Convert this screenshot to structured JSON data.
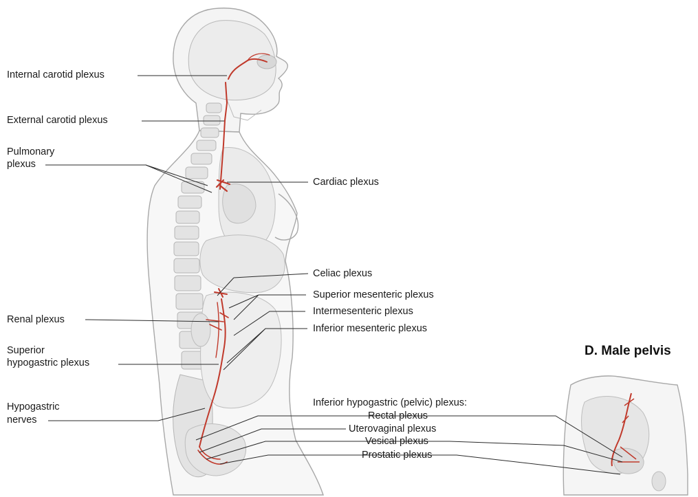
{
  "labels": {
    "internal_carotid": "Internal carotid plexus",
    "external_carotid": "External carotid plexus",
    "pulmonary_1": "Pulmonary",
    "pulmonary_2": "plexus",
    "cardiac": "Cardiac plexus",
    "celiac": "Celiac plexus",
    "superior_mesenteric": "Superior mesenteric plexus",
    "intermesenteric": "Intermesenteric plexus",
    "inferior_mesenteric": "Inferior mesenteric plexus",
    "renal": "Renal plexus",
    "superior_hypogastric_1": "Superior",
    "superior_hypogastric_2": "hypogastric plexus",
    "hypogastric_nerves_1": "Hypogastric",
    "hypogastric_nerves_2": "nerves",
    "inferior_hypogastric": "Inferior hypogastric (pelvic) plexus:",
    "rectal": "Rectal plexus",
    "uterovaginal": "Uterovaginal plexus",
    "vesical": "Vesical plexus",
    "prostatic": "Prostatic plexus"
  },
  "panel_title": "D. Male pelvis",
  "colors": {
    "nerve": "#c0392b",
    "body_outline": "#9a9a9a",
    "organ_fill": "#e6e6e6",
    "leader": "#2a2a2a"
  }
}
